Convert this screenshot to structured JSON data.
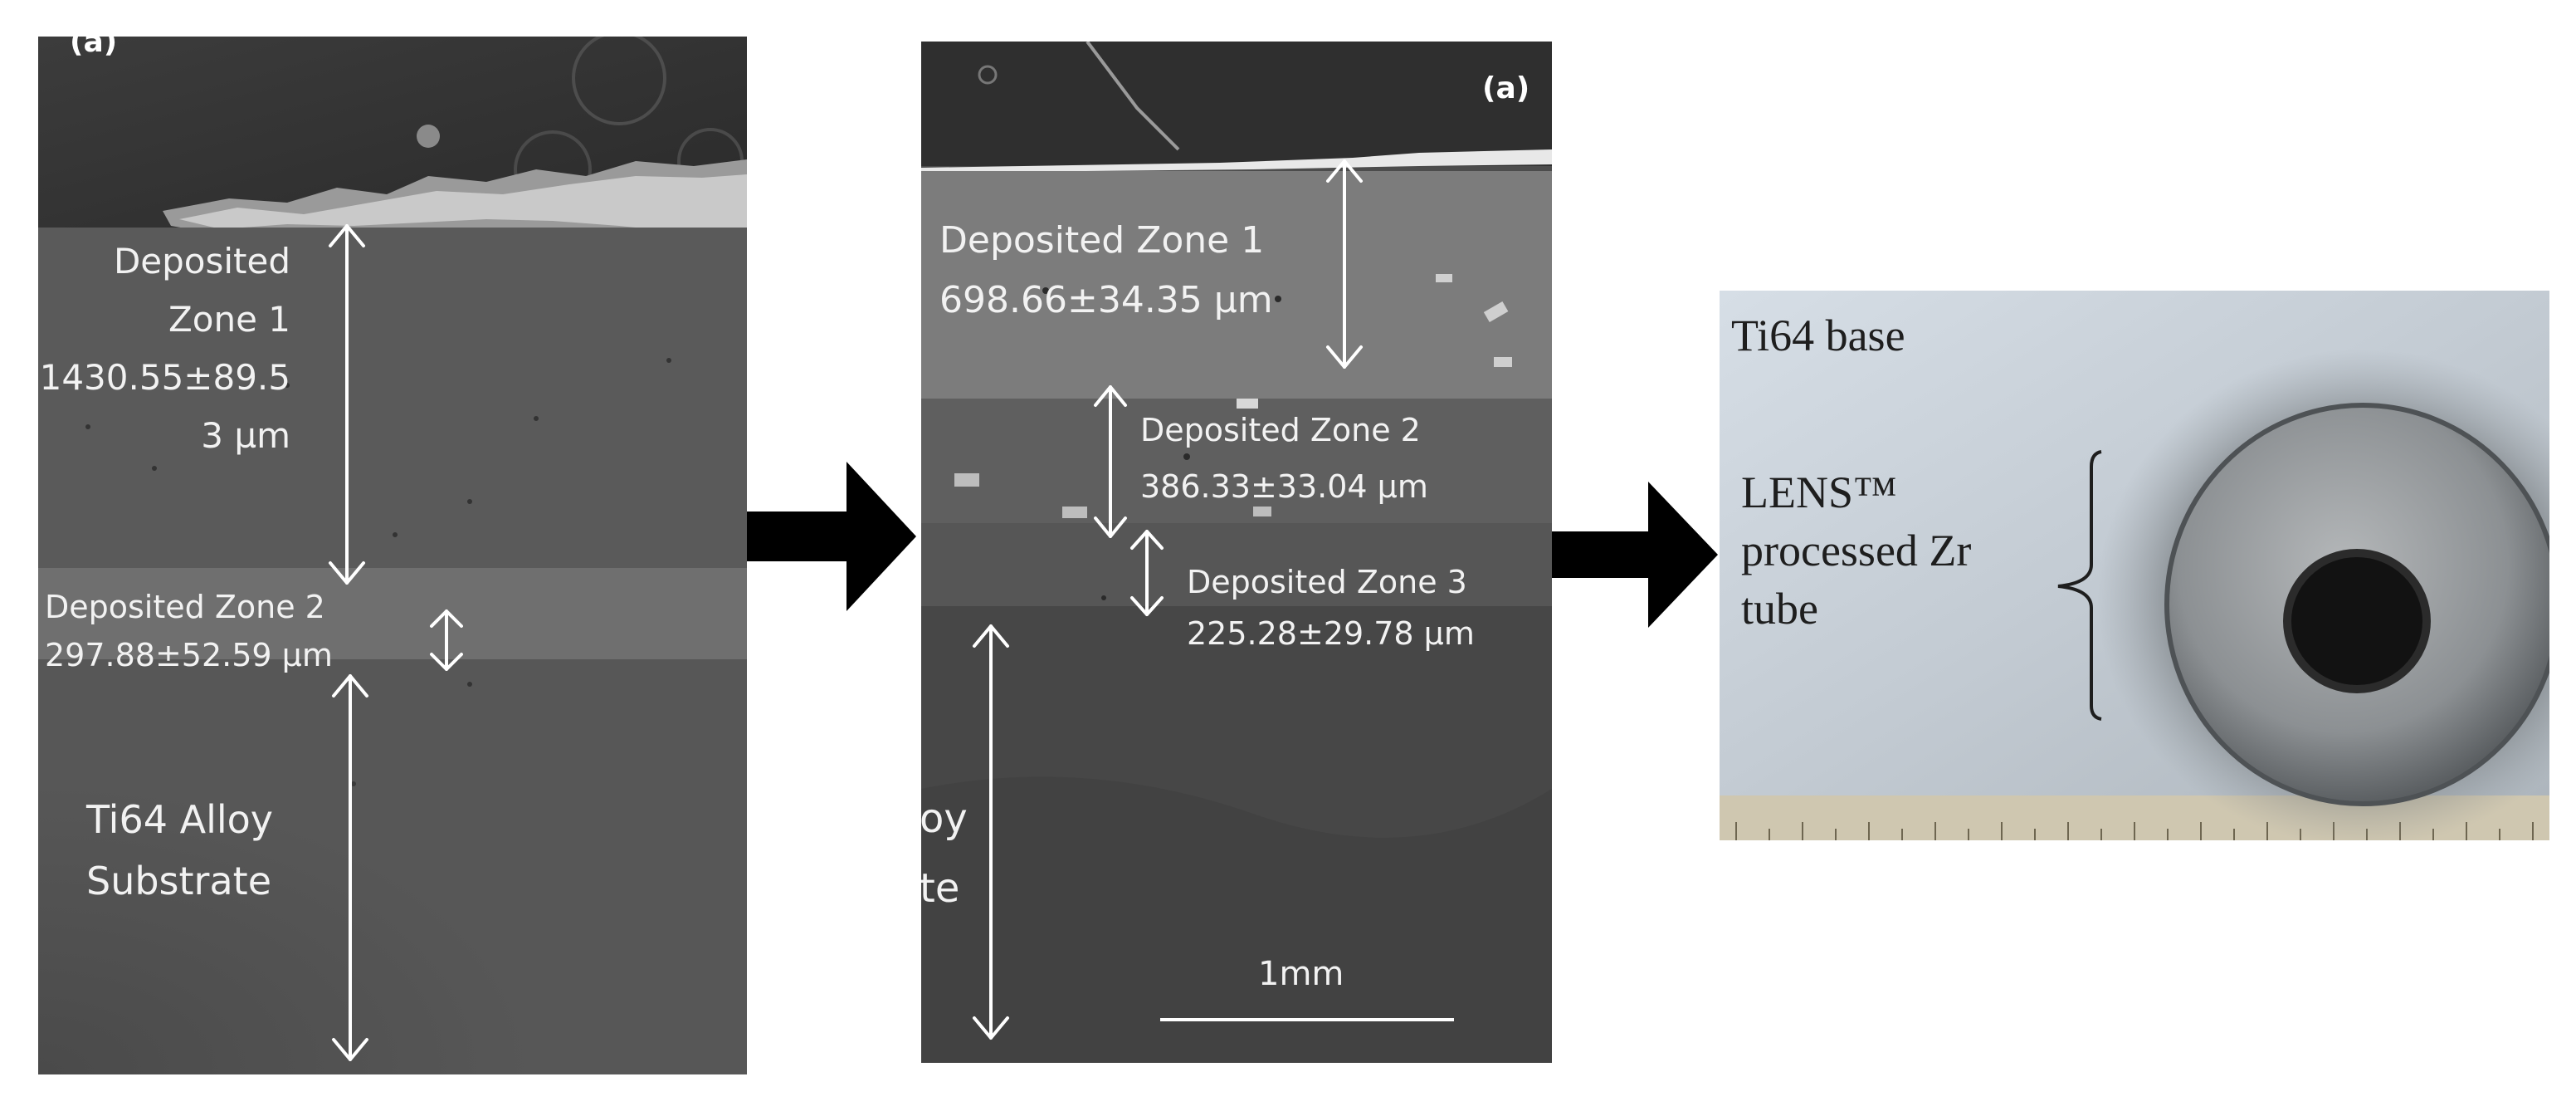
{
  "panel_left": {
    "tag": "(a)",
    "zone1": {
      "line1": "Deposited",
      "line2": "Zone 1",
      "line3": "1430.55±89.5",
      "line4": "3 µm"
    },
    "zone2": {
      "line1": "Deposited Zone 2",
      "line2": "297.88±52.59 µm"
    },
    "substrate": {
      "line1": "Ti64 Alloy",
      "line2": "Substrate"
    }
  },
  "panel_middle": {
    "tag": "(a)",
    "zone1": {
      "line1": "Deposited Zone 1",
      "line2": "698.66±34.35 µm"
    },
    "zone2": {
      "line1": "Deposited Zone 2",
      "line2": "386.33±33.04 µm"
    },
    "zone3": {
      "line1": "Deposited Zone 3",
      "line2": "225.28±29.78 µm"
    },
    "substrate_partial": {
      "line1": "oy",
      "line2": "te"
    },
    "scale_bar": "1mm"
  },
  "panel_right": {
    "base_label": "Ti64 base",
    "tube_label": {
      "line1": "LENS™",
      "line2": "processed  Zr",
      "line3": "tube"
    }
  },
  "colors": {
    "arrow": "#000000",
    "annotation": "#ffffff",
    "sem_gray": "#5c5c5c"
  }
}
